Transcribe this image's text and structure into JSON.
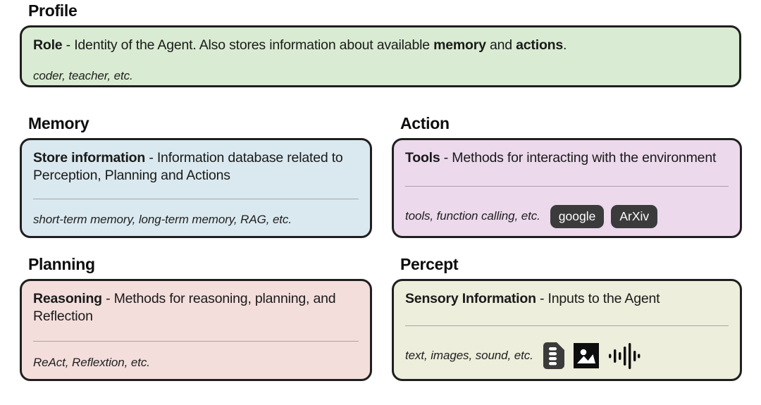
{
  "diagram": {
    "sections": [
      {
        "heading": "Profile",
        "color": "#d9ebd2",
        "title_bold": "Role",
        "title_rest": " - Identity of the Agent. Also stores information about available ",
        "title_bold2": "memory",
        "title_mid": " and ",
        "title_bold3": "actions",
        "title_end": ".",
        "example": "coder, teacher, etc."
      },
      {
        "heading": "Memory",
        "color": "#dae9ef",
        "title_bold": "Store information",
        "title_rest": " - Information database related to Perception, Planning and Actions",
        "example": "short-term memory, long-term memory, RAG, etc."
      },
      {
        "heading": "Action",
        "color": "#ecd9ec",
        "title_bold": "Tools",
        "title_rest": " - Methods for interacting with the environment",
        "example": "tools, function calling, etc.",
        "chips": [
          "google",
          "ArXiv"
        ]
      },
      {
        "heading": "Planning",
        "color": "#f3dedc",
        "title_bold": "Reasoning",
        "title_rest": " - Methods for reasoning, planning, and Reflection",
        "example": "ReAct, Reflextion, etc."
      },
      {
        "heading": "Percept",
        "color": "#edeedb",
        "title_bold": "Sensory Information",
        "title_rest": " - Inputs to the Agent",
        "example": "text, images, sound, etc.",
        "icons": [
          "document-text-icon",
          "image-icon",
          "sound-waveform-icon"
        ]
      }
    ],
    "colors": {
      "border": "#1f1f1f",
      "chip_background": "#3b3b3b",
      "chip_text": "#ffffff",
      "divider": "#8f8f8f"
    }
  }
}
